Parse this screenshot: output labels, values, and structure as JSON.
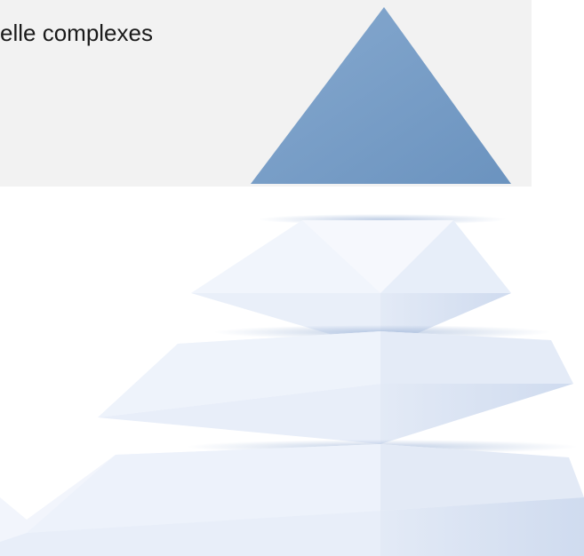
{
  "caption": {
    "text": "elle complexes"
  },
  "pyramid": {
    "levels": [
      "apex",
      "tier-1",
      "tier-2",
      "tier-3"
    ],
    "colors": {
      "apex": "#7199c3",
      "apex_light": "#86a9cf",
      "tier_top": "#f4f7fc",
      "tier_front": "#e6edf8",
      "tier_side": "#d4dff1",
      "shadow": "#9db3d6"
    }
  }
}
